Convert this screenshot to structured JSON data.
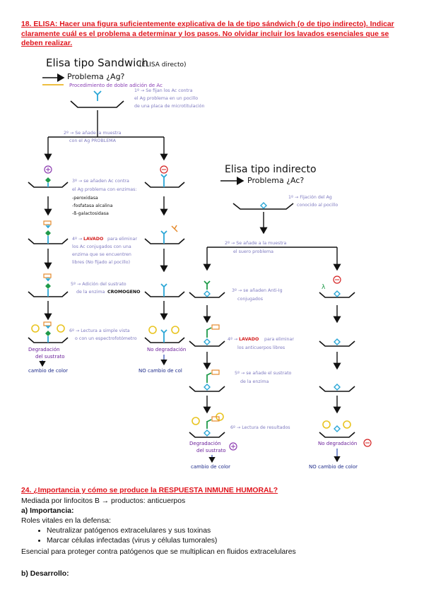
{
  "q18": {
    "title": "18. ELISA: Hacer una figura suficientemente explicativa de la de tipo sándwich (o de tipo indirecto). Indicar claramente cuál es el problema a determinar y los pasos. No olvidar incluir los lavados esenciales que se deben realizar."
  },
  "sandwich": {
    "heading": "Elisa tipo Sandwich",
    "heading_note": "(ELISA directo)",
    "problem": "Problema ¿Ag?",
    "procedure": "Procedimiento de doble adición de Ac",
    "step1": [
      "1º → Se fijan los Ac contra",
      "el Ag problema en un pocillo",
      "de una placa de microtitulación"
    ],
    "step2": [
      "2º → Se añade la muestra",
      "con el Ag PROBLEMA"
    ],
    "step3": [
      "3º → se añaden Ac contra",
      "el Ag problema con enzimas:",
      "-peroxidasa",
      "-fosfatasa alcalina",
      "-ß-galactosidasa"
    ],
    "step4_pre": "4º →",
    "step4_wash": "LAVADO",
    "step4_rest": [
      "para eliminar",
      "los Ac conjugados con una",
      "enzima que se encuentren",
      "libres (No fijado al pocillo)"
    ],
    "step5": [
      "5º → Adición del sustrato",
      "de la enzima"
    ],
    "step5_chromo": "CROMOGENO",
    "step6": [
      "6º → Lectura a simple vista",
      "o con un espectrofotómetro"
    ],
    "result_pos": [
      "Degradación",
      "del sustrato"
    ],
    "result_pos_color": "cambio de color",
    "result_neg": "No degradación",
    "result_neg_color": "NO cambio de col"
  },
  "indirect": {
    "heading": "Elisa tipo indirecto",
    "problem": "Problema ¿Ac?",
    "step1": [
      "1º → Fijación del Ag",
      "conocido al pocillo"
    ],
    "step2": [
      "2º → Se añade a la muestra",
      "el suero problema"
    ],
    "step3": [
      "3º → se añaden Anti-Ig",
      "conjugados"
    ],
    "step4_pre": "4º →",
    "step4_wash": "LAVADO",
    "step4_rest": [
      "para eliminar",
      "los anticuerpos libres"
    ],
    "step5": [
      "5º → se añade el sustrato",
      "de la enzima"
    ],
    "step6": "6º → Lectura de resultados",
    "result_pos": [
      "Degradación",
      "del sustrato"
    ],
    "result_pos_color": "cambio de color",
    "result_neg": "No degradación",
    "result_neg_color": "NO cambio de color"
  },
  "q24": {
    "title": "24. ¿Importancia y cómo se produce la RESPUESTA INMUNE HUMORAL?",
    "line1": "Mediada por linfocitos B → productos: anticuerpos",
    "a_heading": "a) Importancia:",
    "roles": "Roles vitales en la defensa:",
    "bullets": [
      "Neutralizar patógenos extracelulares y sus toxinas",
      "Marcar células infectadas (virus y células tumorales)"
    ],
    "essential": "Esencial para proteger contra patógenos que se multiplican en fluidos extracelulares",
    "b_heading": "b) Desarrollo:"
  },
  "colors": {
    "title_red": "#e0141c",
    "note_purple": "#7f7bc0",
    "ink": "#111111",
    "antibody_blue": "#2aa6d6",
    "antigen_green": "#1f9a4a",
    "enzyme_orange": "#e58a2c",
    "substrate_yellow": "#e9c421",
    "marker_purple": "#8c3bb0",
    "red_ink": "#d42020"
  }
}
